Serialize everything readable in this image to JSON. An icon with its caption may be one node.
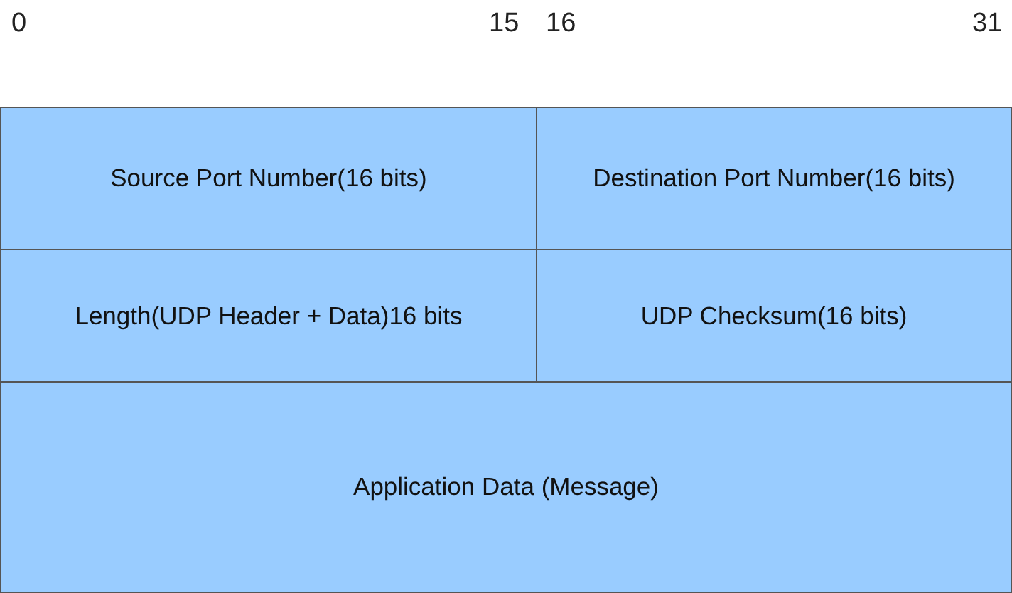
{
  "diagram": {
    "nodes": [
      {
        "text": [
          "Source Port Number(16 bits)"
        ]
      },
      {
        "text": [
          "Destination Port Number(16 bits)"
        ]
      },
      {
        "text": [
          "Length(UDP Header + Data)16 bits"
        ]
      },
      {
        "text": [
          "UDP Checksum(16 bits)"
        ]
      },
      {
        "text": [
          "Application Data (Message)"
        ]
      }
    ],
    "edges": [],
    "labels": [
      "0",
      "15",
      "16",
      "31"
    ]
  }
}
